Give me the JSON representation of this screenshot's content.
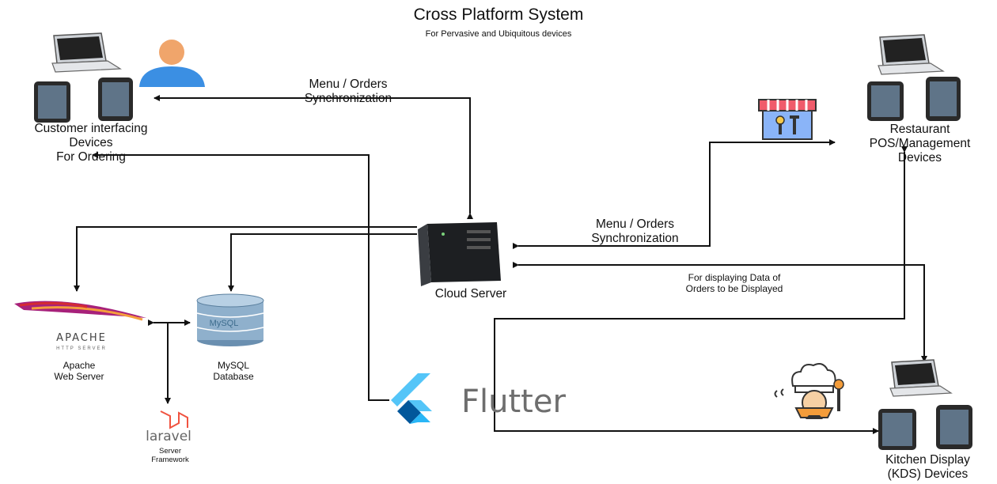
{
  "header": {
    "title": "Cross Platform System",
    "subtitle": "For Pervasive and Ubiquitous devices"
  },
  "nodes": {
    "customer": {
      "label_line1": "Customer interfacing",
      "label_line2": "Devices",
      "label_line3": "For Ordering"
    },
    "restaurant": {
      "label_line1": "Restaurant",
      "label_line2": "POS/Management",
      "label_line3": "Devices"
    },
    "cloud": {
      "label": "Cloud Server"
    },
    "apache": {
      "label_line1": "Apache",
      "label_line2": "Web Server",
      "logo_text": "APACHE",
      "logo_subtext": "HTTP SERVER"
    },
    "mysql": {
      "label_line1": "MySQL",
      "label_line2": "Database",
      "logo_text": "MySQL"
    },
    "laravel": {
      "logo_text": "laravel",
      "label_line1": "Server",
      "label_line2": "Framework"
    },
    "flutter": {
      "logo_text": "Flutter"
    },
    "kitchen": {
      "label_line1": "Kitchen Display",
      "label_line2": "(KDS) Devices"
    }
  },
  "edges": {
    "customer_sync": {
      "line1": "Menu / Orders",
      "line2": "Synchronization"
    },
    "restaurant_sync": {
      "line1": "Menu / Orders",
      "line2": "Synchronization"
    },
    "kds_display": {
      "line1": "For displaying Data of",
      "line2": "Orders to be Displayed"
    }
  },
  "colors": {
    "line": "#111111",
    "person_head": "#f0a56b",
    "person_body": "#3b8fe3",
    "flutter_light": "#54c5f8",
    "flutter_dark": "#01579b",
    "laravel": "#f05340",
    "mysql_blue": "#3e6d8e",
    "store_awning": "#f05b6b",
    "store_body": "#8ab4f8"
  }
}
